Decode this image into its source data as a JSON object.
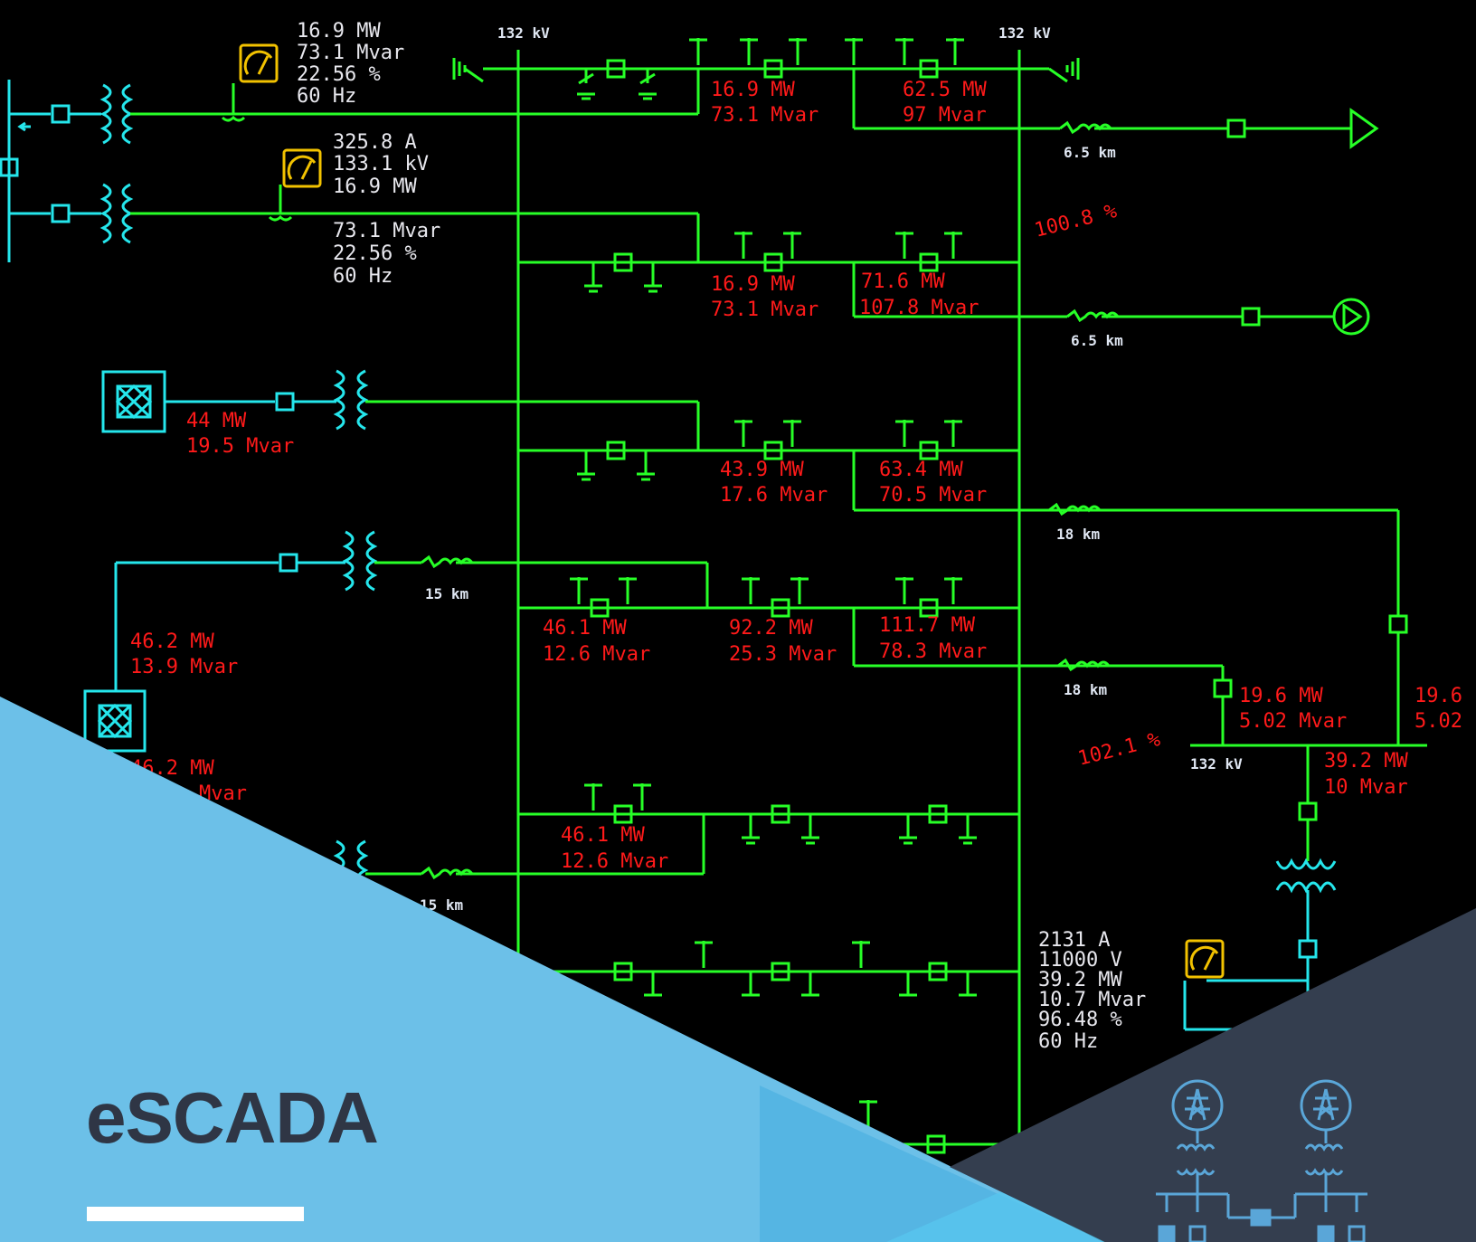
{
  "brand": {
    "title": "eSCADA",
    "colors": {
      "band_light": "#6cc0e8",
      "band_dark": "#343e4f",
      "text": "#2f3645",
      "bus_green": "#27ff27",
      "feeder_cyan": "#25e6ec",
      "value_red": "#ff1a1a",
      "meter_yellow": "#f2c200"
    }
  },
  "bus_labels": {
    "left_bus": "132 kV",
    "right_bus": "132 kV",
    "substation_bus": "132 kV"
  },
  "meter_1": {
    "lines": [
      "16.9 MW",
      "73.1 Mvar",
      "22.56 %",
      "60 Hz"
    ]
  },
  "meter_2": {
    "lines": [
      "325.8 A",
      "133.1 kV",
      "16.9 MW"
    ]
  },
  "meter_2b": {
    "lines": [
      "73.1 Mvar",
      "22.56 %",
      "60 Hz"
    ]
  },
  "meter_3": {
    "lines": [
      "2131 A",
      "11000 V",
      "39.2 MW",
      "10.7 Mvar",
      "96.48 %",
      "60 Hz"
    ]
  },
  "flows": {
    "f1a": [
      "16.9 MW",
      "73.1 Mvar"
    ],
    "f1b": [
      "62.5 MW",
      "97 Mvar"
    ],
    "f2a": [
      "16.9 MW",
      "73.1 Mvar"
    ],
    "f2b": [
      "71.6 MW",
      "107.8 Mvar"
    ],
    "gen1": [
      "44 MW",
      "19.5 Mvar"
    ],
    "f3a": [
      "43.9 MW",
      "17.6 Mvar"
    ],
    "f3b": [
      "63.4 MW",
      "70.5 Mvar"
    ],
    "gen2_top": [
      "46.2 MW",
      "13.9 Mvar"
    ],
    "gen2_bottom": [
      "46.2 MW",
      "Mvar"
    ],
    "f4a": [
      "46.1 MW",
      "12.6 Mvar"
    ],
    "f4b": [
      "92.2 MW",
      "25.3 Mvar"
    ],
    "f4c": [
      "111.7 MW",
      "78.3 Mvar"
    ],
    "f5a": [
      "46.1 MW",
      "12.6 Mvar"
    ],
    "sub_left": [
      "19.6 MW",
      "5.02 Mvar"
    ],
    "sub_right": [
      "19.6",
      "5.02"
    ],
    "sub_trafo": [
      "39.2 MW",
      "10 Mvar"
    ]
  },
  "loading": {
    "top": "100.8 %",
    "sub": "102.1 %"
  },
  "distances": [
    "6.5 km",
    "6.5 km",
    "18 km",
    "15 km",
    "18 km",
    "15 km"
  ],
  "icons": [
    "ground-icon",
    "meter-icon",
    "generator-icon",
    "load-arrow-icon",
    "motor-icon",
    "transformer-icon",
    "transmission-tower-icon"
  ]
}
